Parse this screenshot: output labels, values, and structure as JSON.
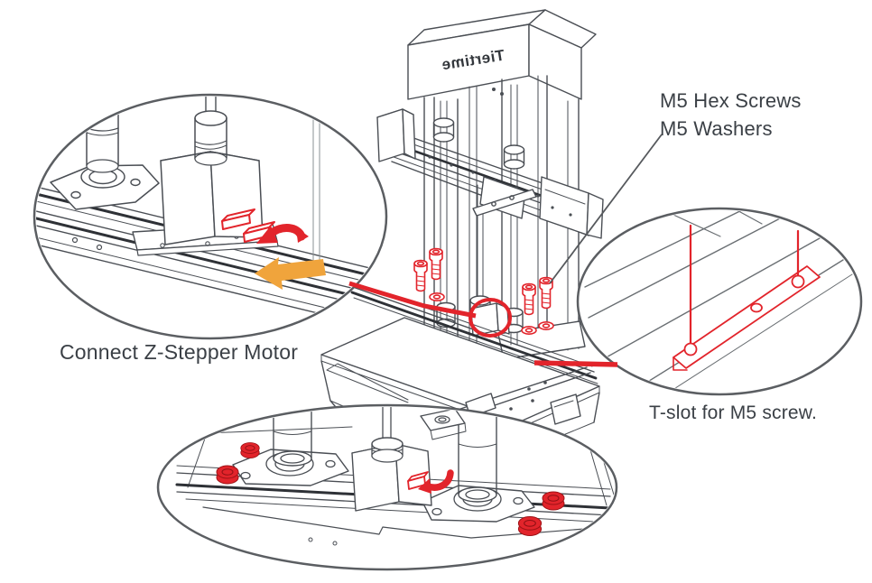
{
  "illustration": {
    "brand_logo_text": "Tiertime",
    "labels": {
      "m5_line1": "M5 Hex Screws",
      "m5_line2": "M5 Washers",
      "connect_z": "Connect Z-Stepper Motor",
      "tslot": "T-slot for M5 screw."
    },
    "colors": {
      "annotation_red": "#e2242b",
      "arrow_orange": "#f0a43c",
      "line_gray": "#4a4e54",
      "callout_ring_gray": "#5b5e62",
      "label_text": "#3b4046",
      "background": "#ffffff"
    }
  }
}
